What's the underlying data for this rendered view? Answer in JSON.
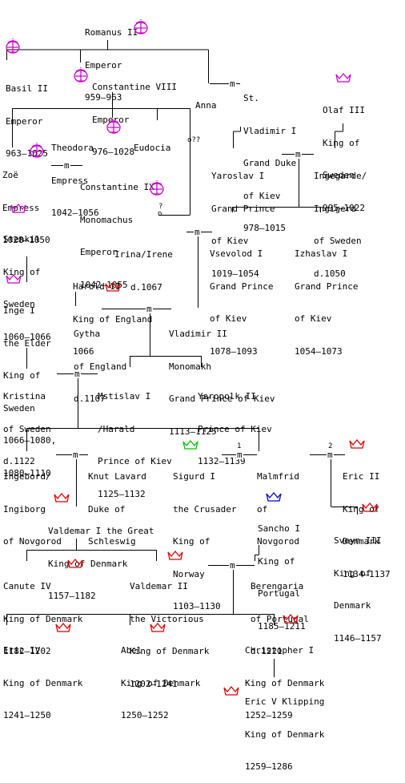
{
  "marriage_symbol": "m",
  "people": [
    {
      "id": "romanus",
      "lines": [
        "Romanus II",
        "Emperor",
        "959–963"
      ],
      "crown": "imperial"
    },
    {
      "id": "basil",
      "lines": [
        "Basil II",
        "Emperor",
        "963–1025"
      ],
      "crown": "imperial"
    },
    {
      "id": "constantine8",
      "lines": [
        "Constantine VIII",
        "Emperor",
        "976–1028"
      ],
      "crown": "imperial"
    },
    {
      "id": "anna",
      "lines": [
        "Anna"
      ]
    },
    {
      "id": "vladimir1",
      "lines": [
        "St.",
        "Vladimir I",
        "Grand Duke",
        "of Kiev",
        "978–1015"
      ]
    },
    {
      "id": "olaf",
      "lines": [
        "Olaf III",
        "King of",
        "Sweden",
        "995–1022"
      ],
      "crown": "sweden"
    },
    {
      "id": "theodora",
      "lines": [
        "Theodora",
        "Empress",
        "1042–1056"
      ],
      "crown": "imperial"
    },
    {
      "id": "eudocia",
      "lines": [
        "Eudocia"
      ]
    },
    {
      "id": "zoe",
      "lines": [
        "Zoë",
        "Empress",
        "1028–1050"
      ],
      "crown": "imperial"
    },
    {
      "id": "constantine9",
      "lines": [
        "Constantine IX",
        "Monomachus",
        "Emperor",
        "1042–1055"
      ],
      "crown": "imperial"
    },
    {
      "id": "yaroslav",
      "lines": [
        "Yaroslav I",
        "Grand Prince",
        "of Kiev",
        "1019–1054"
      ]
    },
    {
      "id": "ingegarde",
      "lines": [
        "Ingegarde/",
        "Ingigerd",
        "of Sweden",
        "d.1050"
      ]
    },
    {
      "id": "stenkil",
      "lines": [
        "Stenkil",
        "King of",
        "Sweden",
        "1060–1066"
      ],
      "crown": "sweden"
    },
    {
      "id": "irina",
      "lines": [
        "Irina/Irene",
        "d.1067"
      ]
    },
    {
      "id": "vsevolod",
      "lines": [
        "Vsevolod I",
        "Grand Prince",
        "of Kiev",
        "1078–1093"
      ]
    },
    {
      "id": "izhaslav",
      "lines": [
        "Izhaslav I",
        "Grand Prince",
        "of Kiev",
        "1054–1073"
      ]
    },
    {
      "id": "harold",
      "lines": [
        "Harold II",
        "King of England",
        "1066"
      ],
      "crown": "denmark"
    },
    {
      "id": "inge",
      "lines": [
        "Inge I",
        "the Elder",
        "King of",
        "Sweden",
        "1066–1080,",
        "1080–1110"
      ],
      "crown": "sweden"
    },
    {
      "id": "gytha",
      "lines": [
        "Gytha",
        "of England",
        "d.1107"
      ]
    },
    {
      "id": "vladimir2",
      "lines": [
        "Vladimir II",
        "Monomakh",
        "Grand Prince of Kiev",
        "1113–1125"
      ]
    },
    {
      "id": "kristina",
      "lines": [
        "Kristina",
        "of Sweden",
        "d.1122"
      ]
    },
    {
      "id": "mstislav",
      "lines": [
        "Mstislav I",
        "/Harald",
        "Prince of Kiev",
        "1125–1132"
      ]
    },
    {
      "id": "yaropolk",
      "lines": [
        "Yaropolk II",
        "Prince of Kiev",
        "1132–1139"
      ]
    },
    {
      "id": "ingebord",
      "lines": [
        "Ingebord/",
        "Ingiborg",
        "of Novgorod"
      ]
    },
    {
      "id": "knut",
      "lines": [
        "Knut Lavard",
        "Duke of",
        "Schleswig"
      ]
    },
    {
      "id": "sigurd",
      "lines": [
        "Sigurd I",
        "the Crusader",
        "King of",
        "Norway",
        "1103–1130"
      ],
      "crown": "norway"
    },
    {
      "id": "malmfrid",
      "lines": [
        "Malmfrid",
        "of",
        "Novgorod"
      ]
    },
    {
      "id": "eric2",
      "lines": [
        "Eric II",
        "King of",
        "Denmark",
        "1134–1137"
      ],
      "crown": "denmark"
    },
    {
      "id": "valdemar1",
      "lines": [
        "Valdemar I the Great",
        "King of Denmark",
        "1157–1182"
      ],
      "crown": "denmark"
    },
    {
      "id": "sancho",
      "lines": [
        "Sancho I",
        "King of",
        "Portugal",
        "1185–1211"
      ],
      "crown": "portugal"
    },
    {
      "id": "sveyn",
      "lines": [
        "Sveyn III",
        "King of",
        "Denmark",
        "1146–1157"
      ],
      "crown": "denmark"
    },
    {
      "id": "canute",
      "lines": [
        "Canute IV",
        "King of Denmark",
        "1182–1202"
      ],
      "crown": "denmark"
    },
    {
      "id": "valdemar2",
      "lines": [
        "Valdemar II",
        "the Victorious",
        "King of Denmark",
        "1202–1241"
      ],
      "crown": "denmark"
    },
    {
      "id": "berengaria",
      "lines": [
        "Berengaria",
        "of Portugal",
        "d.1221"
      ]
    },
    {
      "id": "eric4",
      "lines": [
        "Eric IV",
        "King of Denmark",
        "1241–1250"
      ],
      "crown": "denmark"
    },
    {
      "id": "abel",
      "lines": [
        "Abel",
        "King of Denmark",
        "1250–1252"
      ],
      "crown": "denmark"
    },
    {
      "id": "christopher",
      "lines": [
        "Christopher I",
        "King of Denmark",
        "1252–1259"
      ],
      "crown": "denmark"
    },
    {
      "id": "eric5",
      "lines": [
        "Eric V Klipping",
        "King of Denmark",
        "1259–1286"
      ],
      "crown": "denmark"
    }
  ],
  "notes": {
    "uncertain_a": "o??",
    "uncertain_b": "?",
    "uncertain_c": "o",
    "order_1": "1",
    "order_2": "2"
  },
  "crown_colors": {
    "imperial": "#d000d0",
    "sweden": "#d000d0",
    "denmark": "#e00000",
    "norway": "#00c000",
    "portugal": "#0000e0"
  }
}
